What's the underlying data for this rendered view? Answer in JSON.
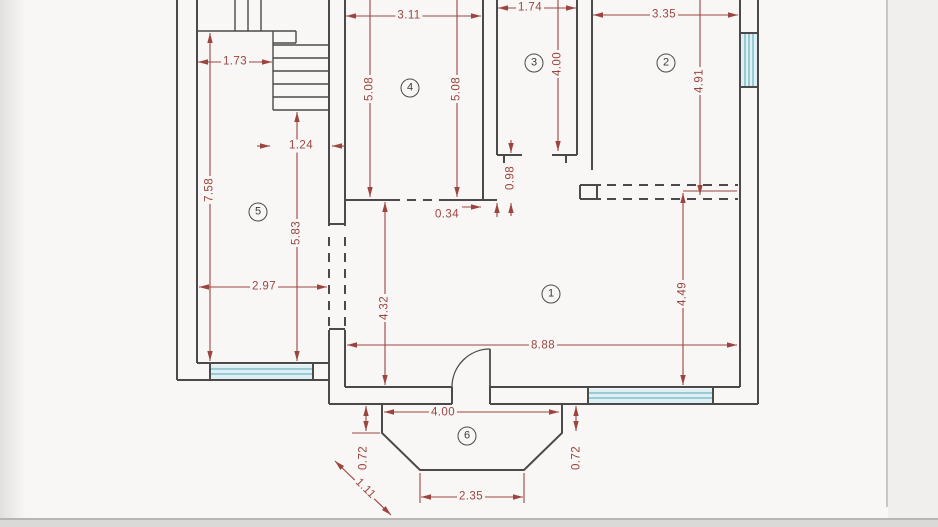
{
  "drawing": {
    "kind": "floor-plan",
    "units": "m",
    "colors": {
      "wall": "#4a4a4a",
      "dimension": "#9c4540",
      "window_glass": "#def0f3",
      "window_line": "#76b4c2",
      "paper": "#f8f7f5"
    },
    "rooms": [
      {
        "number": "1"
      },
      {
        "number": "2"
      },
      {
        "number": "3"
      },
      {
        "number": "4"
      },
      {
        "number": "5"
      },
      {
        "number": "6"
      }
    ],
    "dimensions": {
      "stair_landing_width": "1.73",
      "room4_width": "3.11",
      "room3_width": "1.74",
      "room2_width": "3.35",
      "room4_height_left": "5.08",
      "room4_height_right": "5.08",
      "room3_height": "4.00",
      "room2_height": "4.91",
      "stair_flight_width": "1.24",
      "west_side_height": "7.58",
      "room5_height": "5.83",
      "wall_recess": "0.98",
      "wall_thickness": "0.34",
      "room5_width": "2.97",
      "room1_height_left": "4.32",
      "room1_height_right": "4.49",
      "room1_width": "8.88",
      "bay_width": "4.00",
      "bay_depth_left": "0.72",
      "bay_depth_right": "0.72",
      "bay_side": "1.11",
      "bay_front_width": "2.35"
    }
  }
}
